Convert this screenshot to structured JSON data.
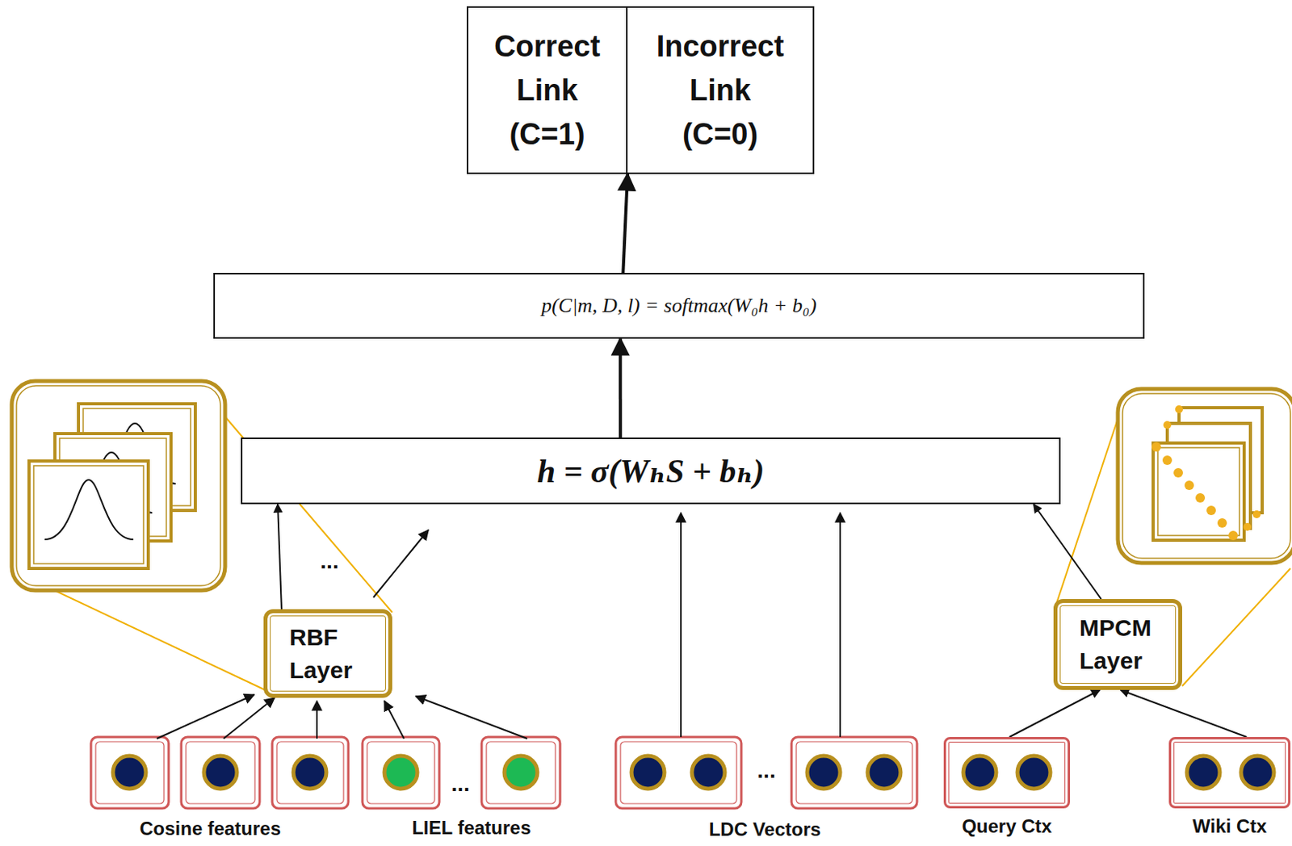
{
  "diagram": {
    "nodes": [
      {
        "text": [
          "Correct Link (C=1)"
        ]
      },
      {
        "text": [
          "Incorrect Link (C=0)"
        ]
      },
      {
        "text": [
          "p(C|m, D, l) = softmax(W₀h + b₀)"
        ]
      },
      {
        "text": [
          "h = σ(WₕS + bₕ)"
        ]
      },
      {
        "text": [
          "RBF Layer"
        ]
      },
      {
        "text": [
          "MPCM Layer"
        ]
      },
      {
        "text": [
          "Query Ctx"
        ]
      },
      {
        "text": [
          "Wiki Ctx"
        ]
      }
    ],
    "edges": [
      {
        "from": 2,
        "to": 0,
        "arrow": "to"
      },
      {
        "from": 3,
        "to": 2,
        "arrow": "to"
      },
      {
        "from": 4,
        "to": 3,
        "arrow": "to"
      },
      {
        "from": 5,
        "to": 3,
        "arrow": "to"
      },
      {
        "from": 6,
        "to": 5,
        "arrow": "to"
      },
      {
        "from": 7,
        "to": 5,
        "arrow": "to"
      }
    ],
    "labels": [
      "...",
      "Cosine features",
      "LIEL features",
      "...",
      "LDC Vectors",
      "..."
    ]
  }
}
